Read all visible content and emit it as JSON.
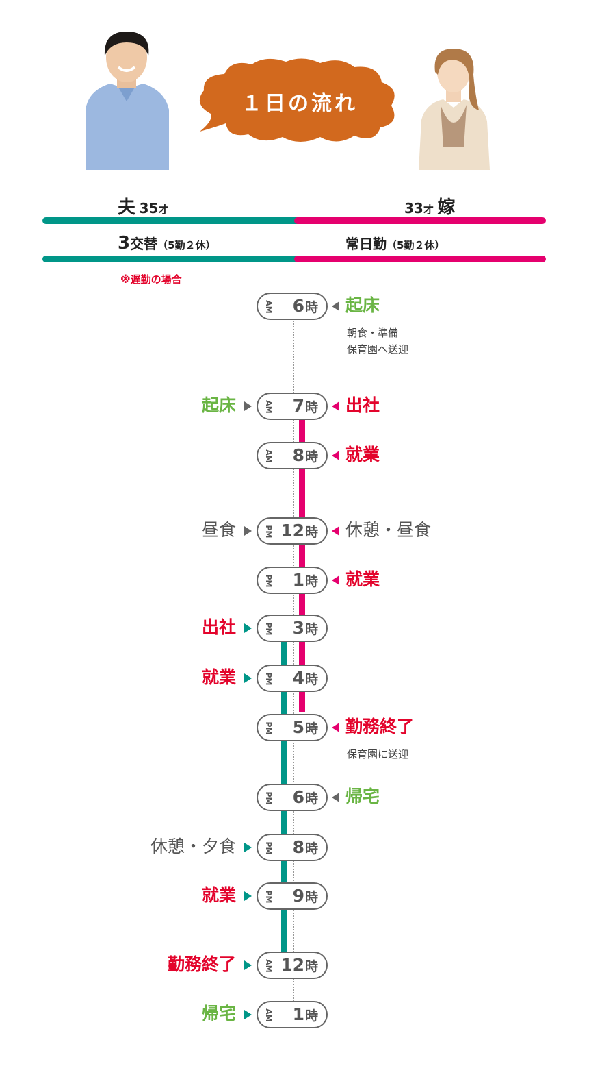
{
  "title": "１日の流れ",
  "husband": {
    "label": "夫",
    "age": "35",
    "age_unit": "才",
    "shift_num": "3",
    "shift_text": "交替",
    "shift_detail": "（5勤２休）"
  },
  "wife": {
    "label": "嫁",
    "age": "33",
    "age_unit": "才",
    "shift_text": "常日勤",
    "shift_detail": "（5勤２休）"
  },
  "note": "※遅勤の場合",
  "hour_unit": "時",
  "colors": {
    "husband": "#009688",
    "wife": "#e5006e",
    "event_red": "#e3042c",
    "event_green": "#6ab544",
    "bubble": "#d2691e"
  },
  "timeline": [
    {
      "ampm": "AM",
      "hour": "6",
      "wife": "起床",
      "wife_sub": [
        "朝食・準備",
        "保育園へ送迎"
      ]
    },
    {
      "ampm": "AM",
      "hour": "7",
      "husband": "起床",
      "wife": "出社"
    },
    {
      "ampm": "AM",
      "hour": "8",
      "wife": "就業"
    },
    {
      "ampm": "PM",
      "hour": "12",
      "husband": "昼食",
      "wife": "休憩・昼食"
    },
    {
      "ampm": "PM",
      "hour": "1",
      "wife": "就業"
    },
    {
      "ampm": "PM",
      "hour": "3",
      "husband": "出社"
    },
    {
      "ampm": "PM",
      "hour": "4",
      "husband": "就業"
    },
    {
      "ampm": "PM",
      "hour": "5",
      "wife": "勤務終了",
      "wife_sub": [
        "保育園に送迎"
      ]
    },
    {
      "ampm": "PM",
      "hour": "6",
      "wife": "帰宅"
    },
    {
      "ampm": "PM",
      "hour": "8",
      "husband": "休憩・夕食"
    },
    {
      "ampm": "PM",
      "hour": "9",
      "husband": "就業"
    },
    {
      "ampm": "AM",
      "hour": "12",
      "husband": "勤務終了"
    },
    {
      "ampm": "AM",
      "hour": "1",
      "husband": "帰宅"
    }
  ]
}
